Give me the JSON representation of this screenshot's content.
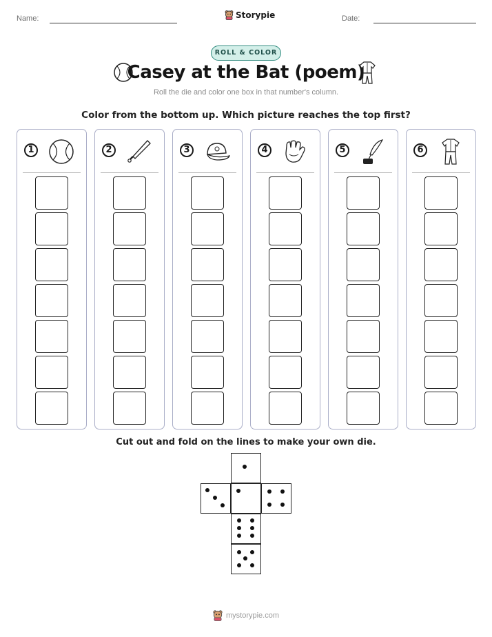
{
  "header": {
    "name_label": "Name:",
    "date_label": "Date:",
    "brand": "Storypie"
  },
  "badge": "ROLL & COLOR",
  "title": "Casey at the Bat (poem)",
  "subtitle": "Roll the die and color one box in that number's column.",
  "instruction": "Color from the bottom up. Which picture reaches the top first?",
  "columns": [
    {
      "number": "1",
      "icon": "baseball-icon"
    },
    {
      "number": "2",
      "icon": "baseball-bat-icon"
    },
    {
      "number": "3",
      "icon": "baseball-cap-icon"
    },
    {
      "number": "4",
      "icon": "baseball-glove-icon"
    },
    {
      "number": "5",
      "icon": "quill-inkwell-icon"
    },
    {
      "number": "6",
      "icon": "baseball-uniform-icon"
    }
  ],
  "boxes_per_column": 7,
  "cutout_title": "Cut out and fold on the lines to make your own die.",
  "die_faces": [
    1,
    3,
    1,
    4,
    6,
    5
  ],
  "footer": "mystorypie.com"
}
